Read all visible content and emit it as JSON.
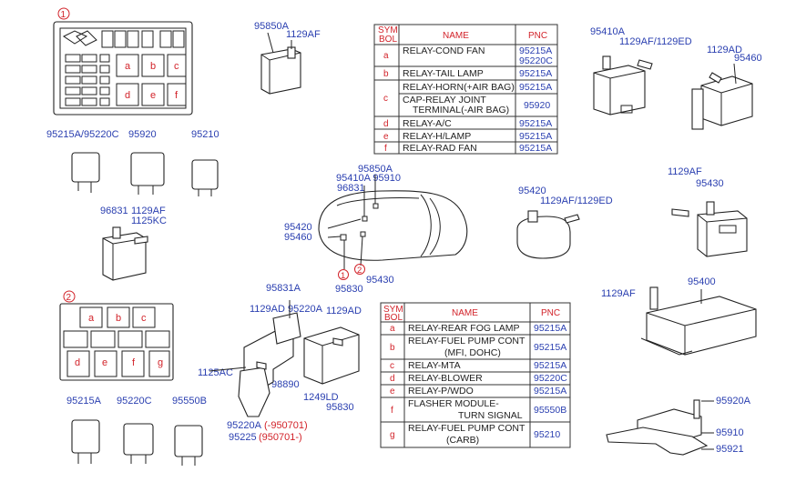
{
  "callouts": {
    "c1": "1",
    "c2": "2",
    "c1_car": "1",
    "c2_car": "2"
  },
  "box1_slots": [
    "a",
    "b",
    "c",
    "d",
    "e",
    "f"
  ],
  "box2_slots": [
    "a",
    "b",
    "c",
    "d",
    "e",
    "f",
    "g"
  ],
  "part_numbers": {
    "p95850A_top": "95850A",
    "p1129AF_top": "1129AF",
    "p95215A_95220C": "95215A/95220C",
    "p95920": "95920",
    "p95210": "95210",
    "p96831_left": "96831",
    "p1129AF_left": "1129AF",
    "p1125KC": "1125KC",
    "p95410A_right": "95410A",
    "p1129AF_1129ED_right": "1129AF/1129ED",
    "p1129AD_right": "1129AD",
    "p95460_right": "95460",
    "car_95850A": "95850A",
    "car_95410A_95910": "95410A 95910",
    "car_96831": "96831",
    "car_95420": "95420",
    "car_95460": "95460",
    "car_95430": "95430",
    "car_95830": "95830",
    "p95420_mid": "95420",
    "p1129AF_1129ED_mid": "1129AF/1129ED",
    "p1129AF_r2": "1129AF",
    "p95430_r2": "95430",
    "p95831A": "95831A",
    "p1129AD_95220A": "1129AD 95220A",
    "p1129AD_lower": "1129AD",
    "p1125AC": "1125AC",
    "p98890": "98890",
    "p1249LD": "1249LD",
    "p95830_lower": "95830",
    "p95220A_prefix": "95220A",
    "p95220A_suffix": "(-950701)",
    "p95225_prefix": "95225",
    "p95225_suffix": "(950701-)",
    "p95215A_bottom": "95215A",
    "p95220C_bottom": "95220C",
    "p95550B_bottom": "95550B",
    "p1129AF_r3": "1129AF",
    "p95400": "95400",
    "p95920A": "95920A",
    "p95910": "95910",
    "p95921": "95921"
  },
  "table1": {
    "headers": [
      "SYM BOL",
      "NAME",
      "PNC"
    ],
    "hdr_sym_1": "SYM",
    "hdr_sym_2": "BOL",
    "rows": [
      {
        "sym": "a",
        "name": "RELAY-COND FAN",
        "pnc": "95215A",
        "pnc2": "95220C"
      },
      {
        "sym": "b",
        "name": "RELAY-TAIL LAMP",
        "pnc": "95215A"
      },
      {
        "sym": "c",
        "name": "RELAY-HORN(+AIR BAG)",
        "pnc": "95215A",
        "name2": "CAP-RELAY JOINT",
        "name3": "TERMINAL(-AIR BAG)",
        "pnc2": "95920"
      },
      {
        "sym": "d",
        "name": "RELAY-A/C",
        "pnc": "95215A"
      },
      {
        "sym": "e",
        "name": "RELAY-H/LAMP",
        "pnc": "95215A"
      },
      {
        "sym": "f",
        "name": "RELAY-RAD FAN",
        "pnc": "95215A"
      }
    ]
  },
  "table2": {
    "hdr_sym_1": "SYM",
    "hdr_sym_2": "BOL",
    "hdr_name": "NAME",
    "hdr_pnc": "PNC",
    "rows": [
      {
        "sym": "a",
        "name": "RELAY-REAR FOG LAMP",
        "pnc": "95215A"
      },
      {
        "sym": "b",
        "name": "RELAY-FUEL PUMP CONT",
        "name2": "(MFI, DOHC)",
        "pnc": "95215A"
      },
      {
        "sym": "c",
        "name": "RELAY-MTA",
        "pnc": "95215A"
      },
      {
        "sym": "d",
        "name": "RELAY-BLOWER",
        "pnc": "95220C"
      },
      {
        "sym": "e",
        "name": "RELAY-P/WDO",
        "pnc": "95215A"
      },
      {
        "sym": "f",
        "name": "FLASHER MODULE-",
        "name2": "TURN SIGNAL",
        "pnc": "95550B"
      },
      {
        "sym": "g",
        "name": "RELAY-FUEL PUMP CONT",
        "name2": "(CARB)",
        "pnc": "95210"
      }
    ]
  },
  "colors": {
    "part_number": "#2a3fb0",
    "symbol": "#d2232a",
    "line": "#222222"
  }
}
